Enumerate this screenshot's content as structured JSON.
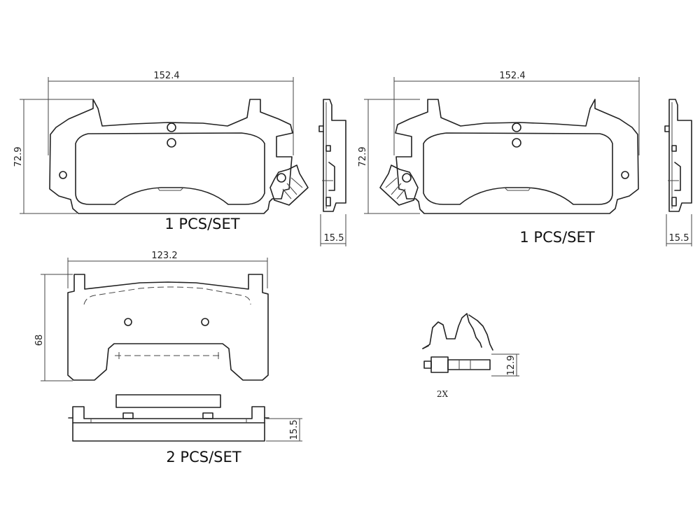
{
  "views": {
    "pad_left": {
      "width_dim": "152.4",
      "height_dim": "72.9",
      "quantity": "1 PCS/SET"
    },
    "pad_left_side": {
      "thickness_dim": "15.5"
    },
    "pad_right": {
      "width_dim": "152.4",
      "height_dim": "72.9",
      "quantity": "1 PCS/SET"
    },
    "pad_right_side": {
      "thickness_dim": "15.5"
    },
    "pad_inner": {
      "width_dim": "123.2",
      "height_dim": "68",
      "quantity": "2 PCS/SET"
    },
    "pad_inner_side": {
      "thickness_dim": "15.5"
    },
    "wear_sensor": {
      "height_dim": "12.9",
      "count": "2X"
    }
  }
}
